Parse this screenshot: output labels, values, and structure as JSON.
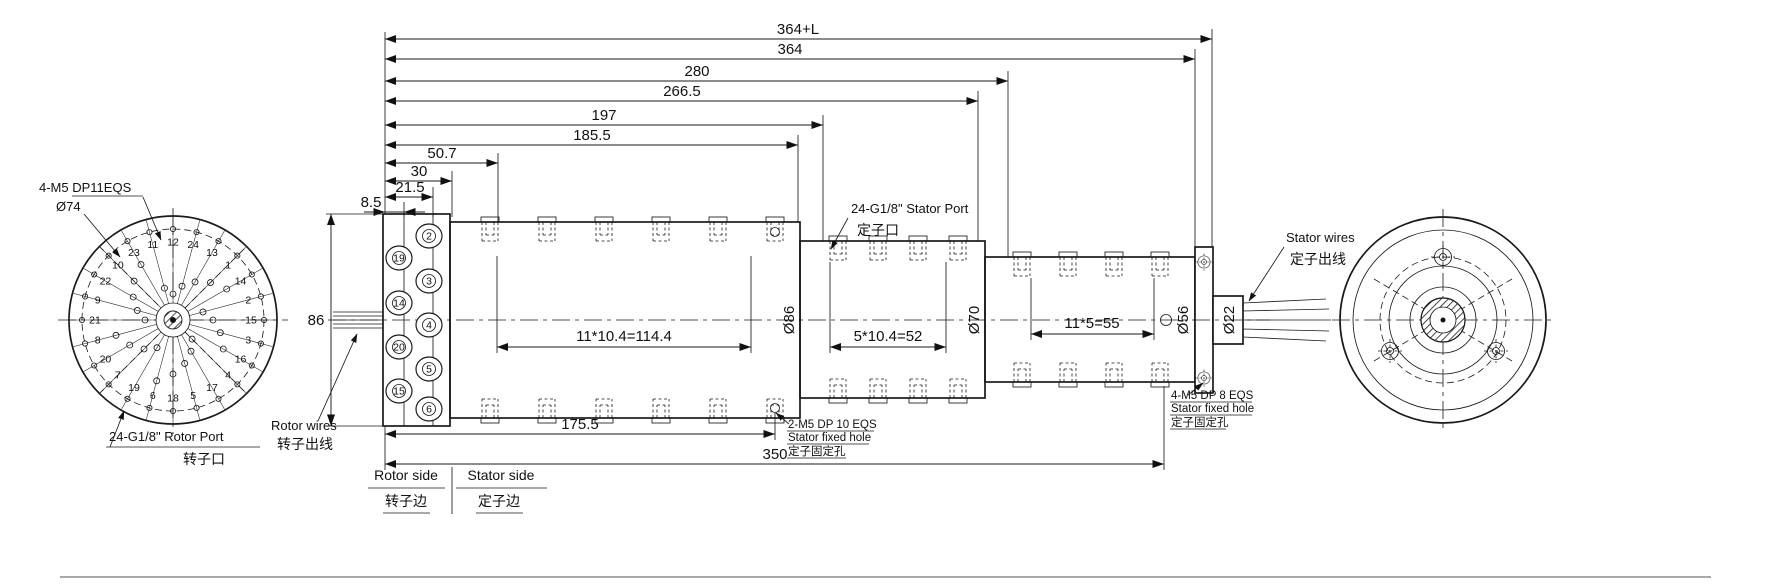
{
  "dims": {
    "overall_plus_l": "364+L",
    "overall": "364",
    "d280": "280",
    "d266_5": "266.5",
    "d197": "197",
    "d185_5": "185.5",
    "d50_7": "50.7",
    "d30": "30",
    "d21_5": "21.5",
    "d8_5": "8.5",
    "h86": "86",
    "dia86": "Ø86",
    "dia70": "Ø70",
    "dia56": "Ø56",
    "dia22": "Ø22",
    "dia74": "Ø74",
    "pitch_main": "11*10.4=114.4",
    "pitch_mid": "5*10.4=52",
    "pitch_small": "11*5=55",
    "d175_5": "175.5",
    "d350": "350"
  },
  "labels": {
    "rotor_bolts": "4-M5 DP11EQS",
    "rotor_port": "24-G1/8\" Rotor Port",
    "rotor_port_cn": "转子口",
    "stator_port": "24-G1/8\" Stator Port",
    "stator_port_cn": "定子口",
    "rotor_wires": "Rotor wires",
    "rotor_wires_cn": "转子出线",
    "stator_wires": "Stator wires",
    "stator_wires_cn": "定子出线",
    "rotor_side": "Rotor side",
    "rotor_side_cn": "转子边",
    "stator_side": "Stator side",
    "stator_side_cn": "定子边",
    "fix2_1": "2-M5 DP 10 EQS",
    "fix2_2": "Stator fixed hole",
    "fix2_3": "定子固定孔",
    "fix4_1": "4-M5 DP 8 EQS",
    "fix4_2": "Stator fixed hole",
    "fix4_3": "定子固定孔"
  },
  "left_view": {
    "ring_numbers": [
      "12",
      "24",
      "13",
      "1",
      "14",
      "2",
      "15",
      "3",
      "16",
      "4",
      "17",
      "5",
      "18",
      "6",
      "19",
      "7",
      "20",
      "8",
      "21",
      "9",
      "22",
      "10",
      "23",
      "11"
    ]
  },
  "rotor_cap": {
    "port_numbers": [
      "2",
      "19",
      "3",
      "14",
      "4",
      "20",
      "5",
      "15",
      "6"
    ]
  }
}
